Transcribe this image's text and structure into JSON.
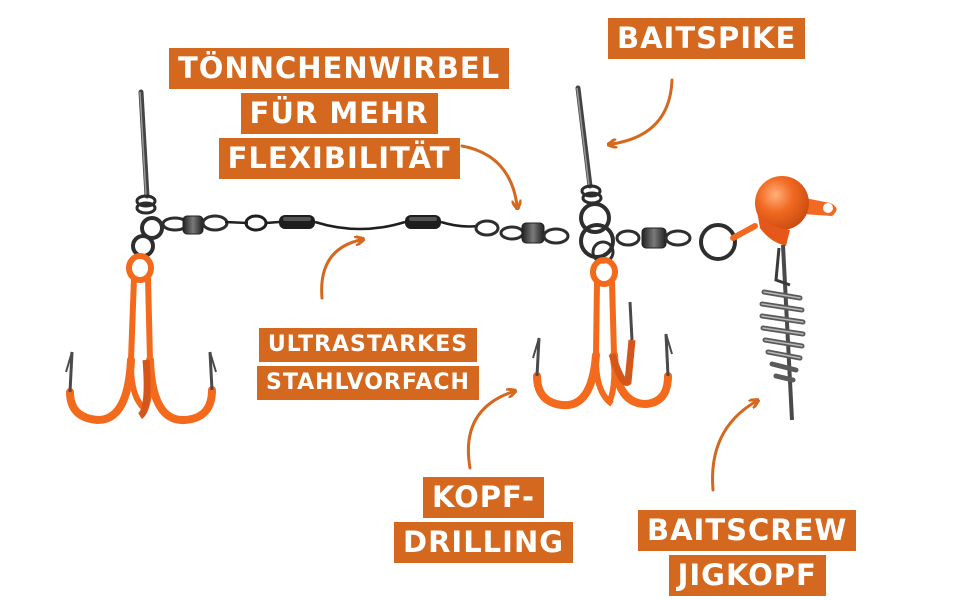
{
  "labels": {
    "swivel": [
      "TÖNNCHENWIRBEL",
      "FÜR MEHR",
      "FLEXIBILITÄT"
    ],
    "baitspike": [
      "BAITSPIKE"
    ],
    "wire": [
      "ULTRASTARKES",
      "STAHLVORFACH"
    ],
    "head_treble": [
      "KOPF-",
      "DRILLING"
    ],
    "baitscrew": [
      "BAITSCREW",
      "JIGKOPF"
    ]
  },
  "colors": {
    "accent": "#d4681f",
    "hook_coating": "#f36a1c",
    "jig_head": "#f26a22",
    "metal": "#3e3e3e",
    "wire": "#1f1f1f",
    "background": "#ffffff"
  }
}
